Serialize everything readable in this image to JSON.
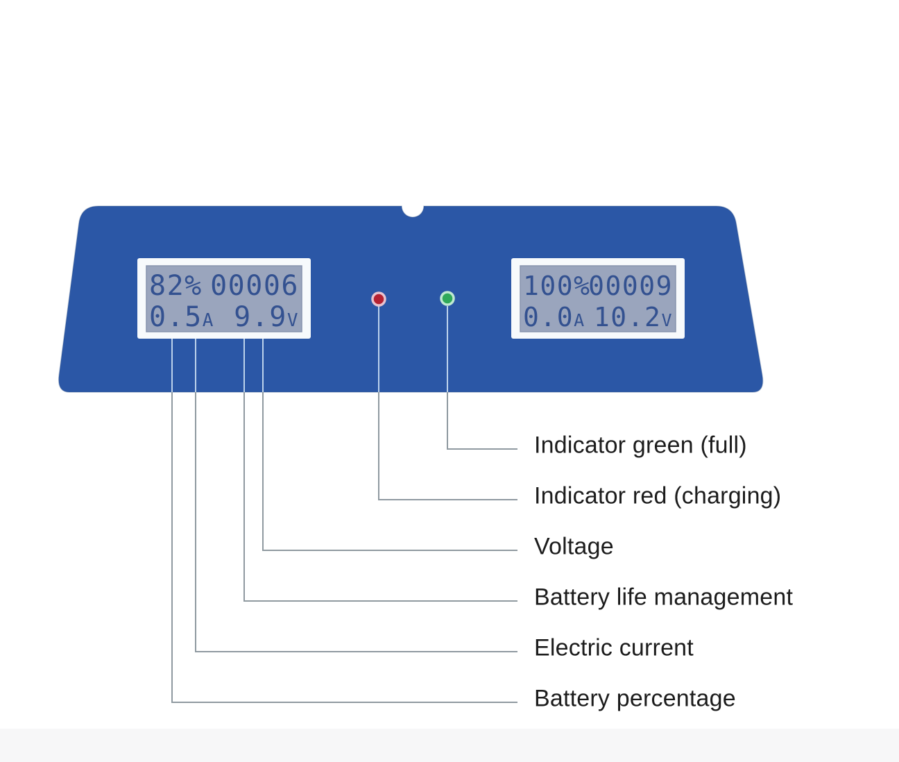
{
  "device": {
    "name": "battery charger front panel",
    "left_display": {
      "row1_left": "82%",
      "row1_right": "00006",
      "row2_left_value": "0.5",
      "row2_left_unit": "A",
      "row2_right_value": "9.9",
      "row2_right_unit": "V"
    },
    "right_display": {
      "row1_left": "100%",
      "row1_right": "00009",
      "row2_left_value": "0.0",
      "row2_left_unit": "A",
      "row2_right_value": "10.2",
      "row2_right_unit": "V"
    },
    "indicators": {
      "red_color": "#b42132",
      "red_ring_color": "#e7c3cf",
      "green_color": "#2fa95a",
      "green_ring_color": "#bfe9d1"
    }
  },
  "labels": [
    {
      "text": "Indicator green (full)"
    },
    {
      "text": "Indicator red (charging)"
    },
    {
      "text": "Voltage"
    },
    {
      "text": "Battery life management"
    },
    {
      "text": "Electric current"
    },
    {
      "text": "Battery percentage"
    }
  ],
  "colors": {
    "device_body": "#2b57a6",
    "device_edge": "#24497f",
    "lcd_frame": "#f7fafc",
    "lcd_screen": "#9aa5bd",
    "lcd_screen_border": "#8793ad",
    "lcd_digits": "#2e4d8e",
    "callout_line": "#8f99a0",
    "callout_line_on_device": "#bdd3ec",
    "label_text": "#1c1c1c"
  }
}
